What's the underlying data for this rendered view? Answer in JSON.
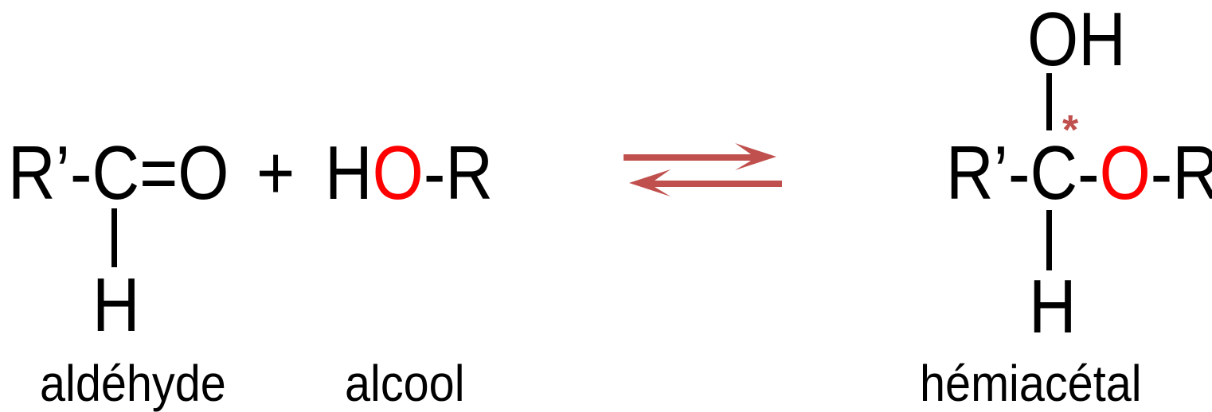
{
  "colors": {
    "text": "#000000",
    "oxygen_highlight": "#ff0000",
    "arrow": "#c0504d",
    "stereocenter_star": "#c0504d"
  },
  "reactants": {
    "aldehyde": {
      "chain": "R’-C=O",
      "hydrogen": "H",
      "name": "aldéhyde"
    },
    "plus": "+",
    "alcohol": {
      "h": "H",
      "o": "O",
      "r": "-R",
      "name": "alcool"
    }
  },
  "equilibrium": {
    "icon": "equilibrium-arrows-icon"
  },
  "product": {
    "hydroxyl": "OH",
    "chain_left": "R’-C-",
    "o": "O",
    "chain_right": "-R",
    "hydrogen": "H",
    "star": "*",
    "name": "hémiacétal"
  }
}
